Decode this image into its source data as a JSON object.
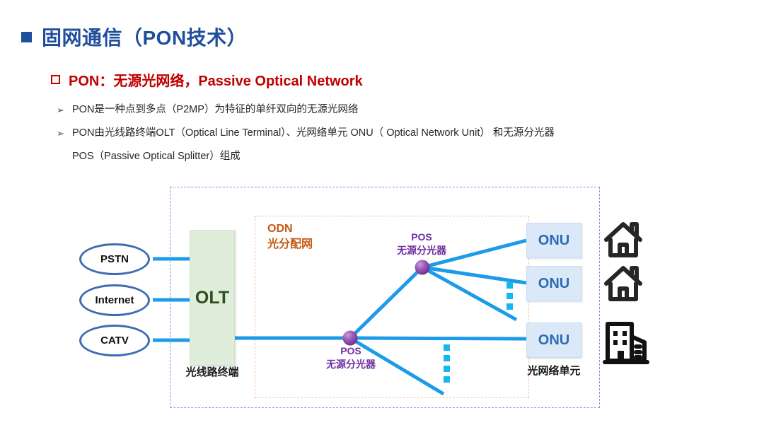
{
  "slide": {
    "title": "固网通信（PON技术）",
    "title_color": "#1f4e9c",
    "subtitle": "PON：无源光网络，Passive Optical Network",
    "subtitle_color": "#c00000",
    "bullets": [
      {
        "marker": "➢",
        "line1": "PON是一种点到多点（P2MP）为特征的单纤双向的无源光网络",
        "line2": ""
      },
      {
        "marker": "➢",
        "line1": "PON由光线路终端OLT（Optical Line Terminal）、光网络单元 ONU（ Optical Network Unit） 和无源分光器",
        "line2": "POS（Passive Optical Splitter）组成"
      }
    ]
  },
  "diagram": {
    "sources": [
      {
        "label": "PSTN"
      },
      {
        "label": "Internet"
      },
      {
        "label": "CATV"
      }
    ],
    "olt": {
      "label": "OLT",
      "caption": "光线路终端",
      "fill": "#dfeddb",
      "text_color": "#2f4f1f"
    },
    "odn": {
      "label_en": "ODN",
      "label_cn": "光分配网",
      "color": "#c55a11"
    },
    "splitters": [
      {
        "label_en": "POS",
        "label_cn": "无源分光器",
        "color": "#7030a0"
      },
      {
        "label_en": "POS",
        "label_cn": "无源分光器",
        "color": "#7030a0"
      }
    ],
    "onus": [
      {
        "label": "ONU"
      },
      {
        "label": "ONU"
      },
      {
        "label": "ONU"
      }
    ],
    "onu_caption": "光网络单元",
    "premises": [
      {
        "icon": "house-icon"
      },
      {
        "icon": "house-icon"
      },
      {
        "icon": "office-building-icon"
      }
    ],
    "link_color": "#1e9be8",
    "outer_border_color": "#8c8cf0",
    "odn_border_color": "#f7c098",
    "ellipsis_color": "#18b6f0"
  }
}
